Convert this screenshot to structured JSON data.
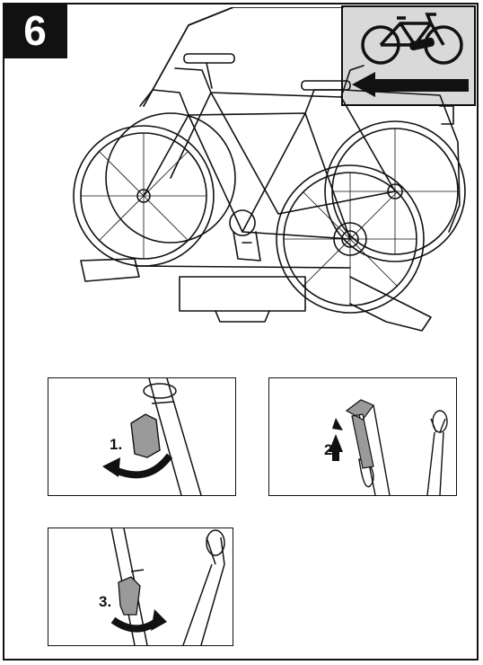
{
  "step": {
    "number": "6"
  },
  "detail_panels": [
    {
      "label": "1."
    },
    {
      "label": "2."
    },
    {
      "label": "3."
    }
  ],
  "colors": {
    "ink": "#111111",
    "highlight_gray": "#9a9a9a",
    "panel_gray": "#d9d9d9"
  }
}
